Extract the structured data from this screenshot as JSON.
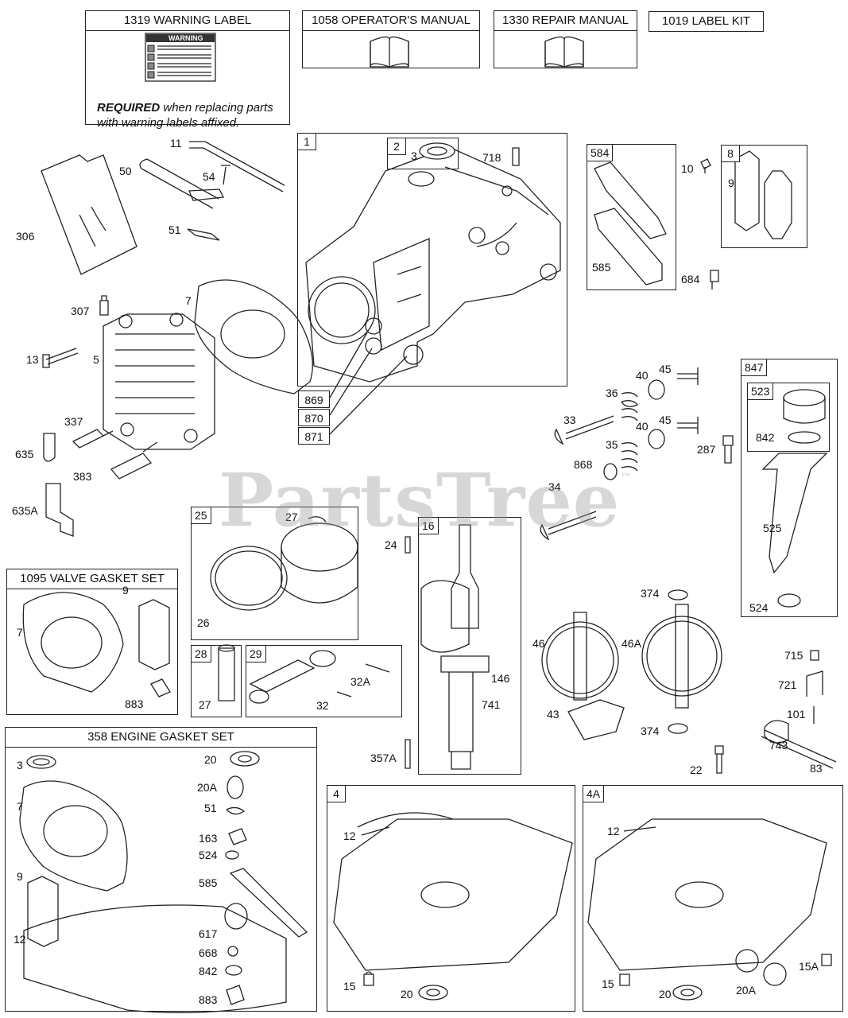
{
  "watermark": {
    "text": "PartsTree",
    "tm": "™"
  },
  "top": {
    "warning": {
      "title": "1319 WARNING LABEL",
      "sticker_heading": "WARNING",
      "required": "REQUIRED",
      "note_rest": " when replacing parts with warning labels affixed."
    },
    "operator_manual": "1058 OPERATOR'S MANUAL",
    "repair_manual": "1330 REPAIR MANUAL",
    "label_kit": "1019 LABEL KIT"
  },
  "valve_gasket_set": {
    "title": "1095 VALVE GASKET SET",
    "parts": [
      "7",
      "9",
      "883"
    ]
  },
  "engine_gasket_set": {
    "title": "358 ENGINE GASKET SET",
    "left_parts": [
      "3",
      "7",
      "9",
      "12"
    ],
    "right_parts": [
      "20",
      "20A",
      "51",
      "163",
      "524",
      "585",
      "617",
      "668",
      "842",
      "883"
    ]
  },
  "groups": {
    "crankcase": {
      "tag": "1",
      "sub_tag": "2",
      "parts": [
        "3",
        "718"
      ],
      "callouts": [
        "869",
        "870",
        "871"
      ]
    },
    "gasket_584": {
      "tag": "584",
      "parts": [
        "585"
      ]
    },
    "breather_8": {
      "tag": "8",
      "parts": [
        "9"
      ]
    },
    "dipstick_847": {
      "tag": "847",
      "sub_tag": "523",
      "parts": [
        "842",
        "525",
        "524"
      ]
    },
    "piston_25": {
      "tag": "25",
      "parts": [
        "27",
        "26"
      ]
    },
    "pin_28": {
      "tag": "28",
      "parts": [
        "27"
      ]
    },
    "rod_29": {
      "tag": "29",
      "parts": [
        "32A",
        "32"
      ]
    },
    "crank_16": {
      "tag": "16",
      "parts": [
        "146",
        "741"
      ]
    },
    "sump_4": {
      "tag": "4",
      "parts": [
        "12",
        "15",
        "20"
      ]
    },
    "sump_4A": {
      "tag": "4A",
      "parts": [
        "12",
        "15",
        "20",
        "20A",
        "15A"
      ]
    }
  },
  "loose_labels": [
    "11",
    "50",
    "54",
    "51",
    "306",
    "307",
    "7",
    "13",
    "5",
    "337",
    "635",
    "383",
    "635A",
    "10",
    "684",
    "40",
    "45",
    "36",
    "33",
    "40",
    "45",
    "35",
    "868",
    "287",
    "34",
    "24",
    "374",
    "46",
    "46A",
    "715",
    "721",
    "101",
    "43",
    "374",
    "743",
    "22",
    "83",
    "357A"
  ]
}
